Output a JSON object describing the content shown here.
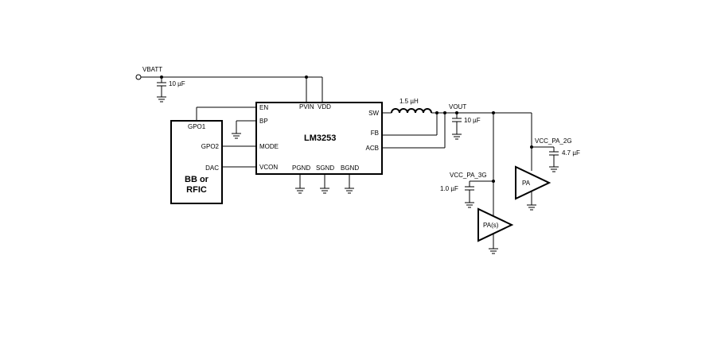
{
  "supply": {
    "label": "VBATT",
    "cap": "10 µF"
  },
  "ic": {
    "name": "LM3253",
    "pins": {
      "en": "EN",
      "bp": "BP",
      "mode": "MODE",
      "vcon": "VCON",
      "pvin": "PVIN",
      "vdd": "VDD",
      "sw": "SW",
      "fb": "FB",
      "acb": "ACB",
      "pgnd": "PGND",
      "sgnd": "SGND",
      "bgnd": "BGND"
    }
  },
  "host": {
    "name_line1": "BB or",
    "name_line2": "RFIC",
    "pins": {
      "gpo1": "GPO1",
      "gpo2": "GPO2",
      "dac": "DAC"
    }
  },
  "output": {
    "inductor": "1.5 µH",
    "net": "VOUT",
    "cap": "10 µF"
  },
  "pa_2g": {
    "rail": "VCC_PA_2G",
    "cap": "4.7 µF",
    "label": "PA"
  },
  "pa_3g": {
    "rail": "VCC_PA_3G",
    "cap": "1.0 µF",
    "label": "PA(s)"
  }
}
